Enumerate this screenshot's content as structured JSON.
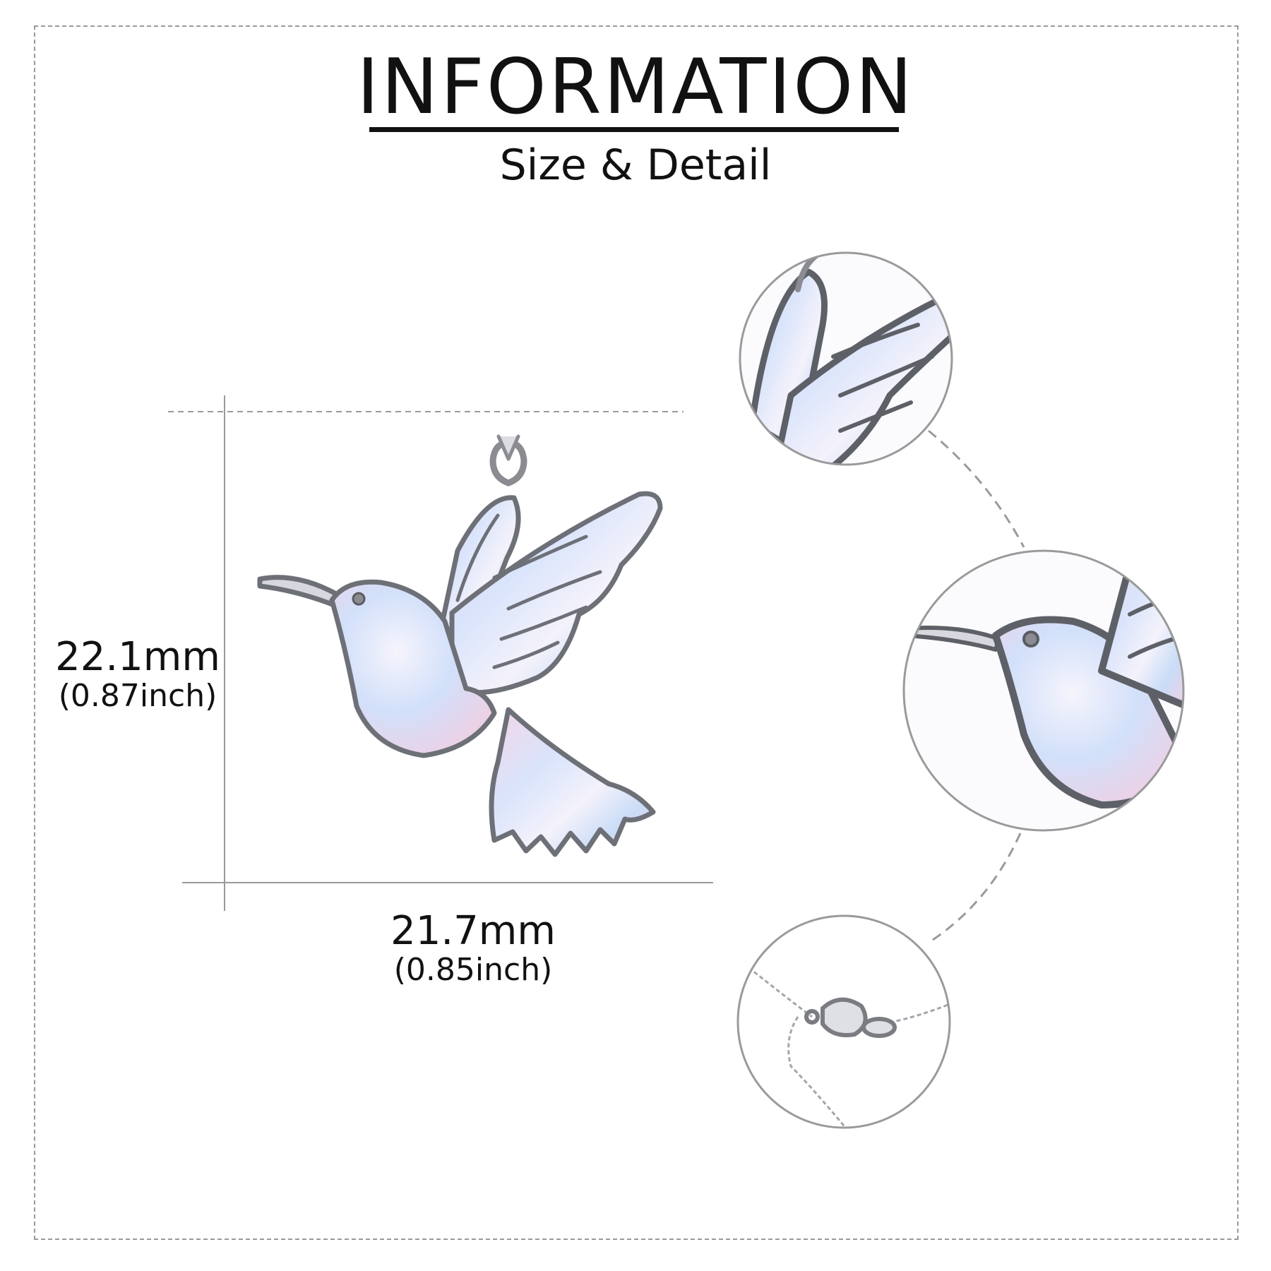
{
  "header": {
    "title": "INFORMATION",
    "subtitle": "Size & Detail"
  },
  "dimensions": {
    "height": {
      "mm": "22.1mm",
      "inch": "(0.87inch)"
    },
    "width": {
      "mm": "21.7mm",
      "inch": "(0.85inch)"
    }
  },
  "detail_views": [
    "wing-detail",
    "head-detail",
    "clasp-detail"
  ],
  "colors": {
    "text": "#111111",
    "guide": "#9a9a9a",
    "silver": "#8a8c92",
    "opal_pink": "#f3d6e8",
    "opal_blue": "#c9dcf7",
    "opal_white": "#f4f2fb"
  }
}
